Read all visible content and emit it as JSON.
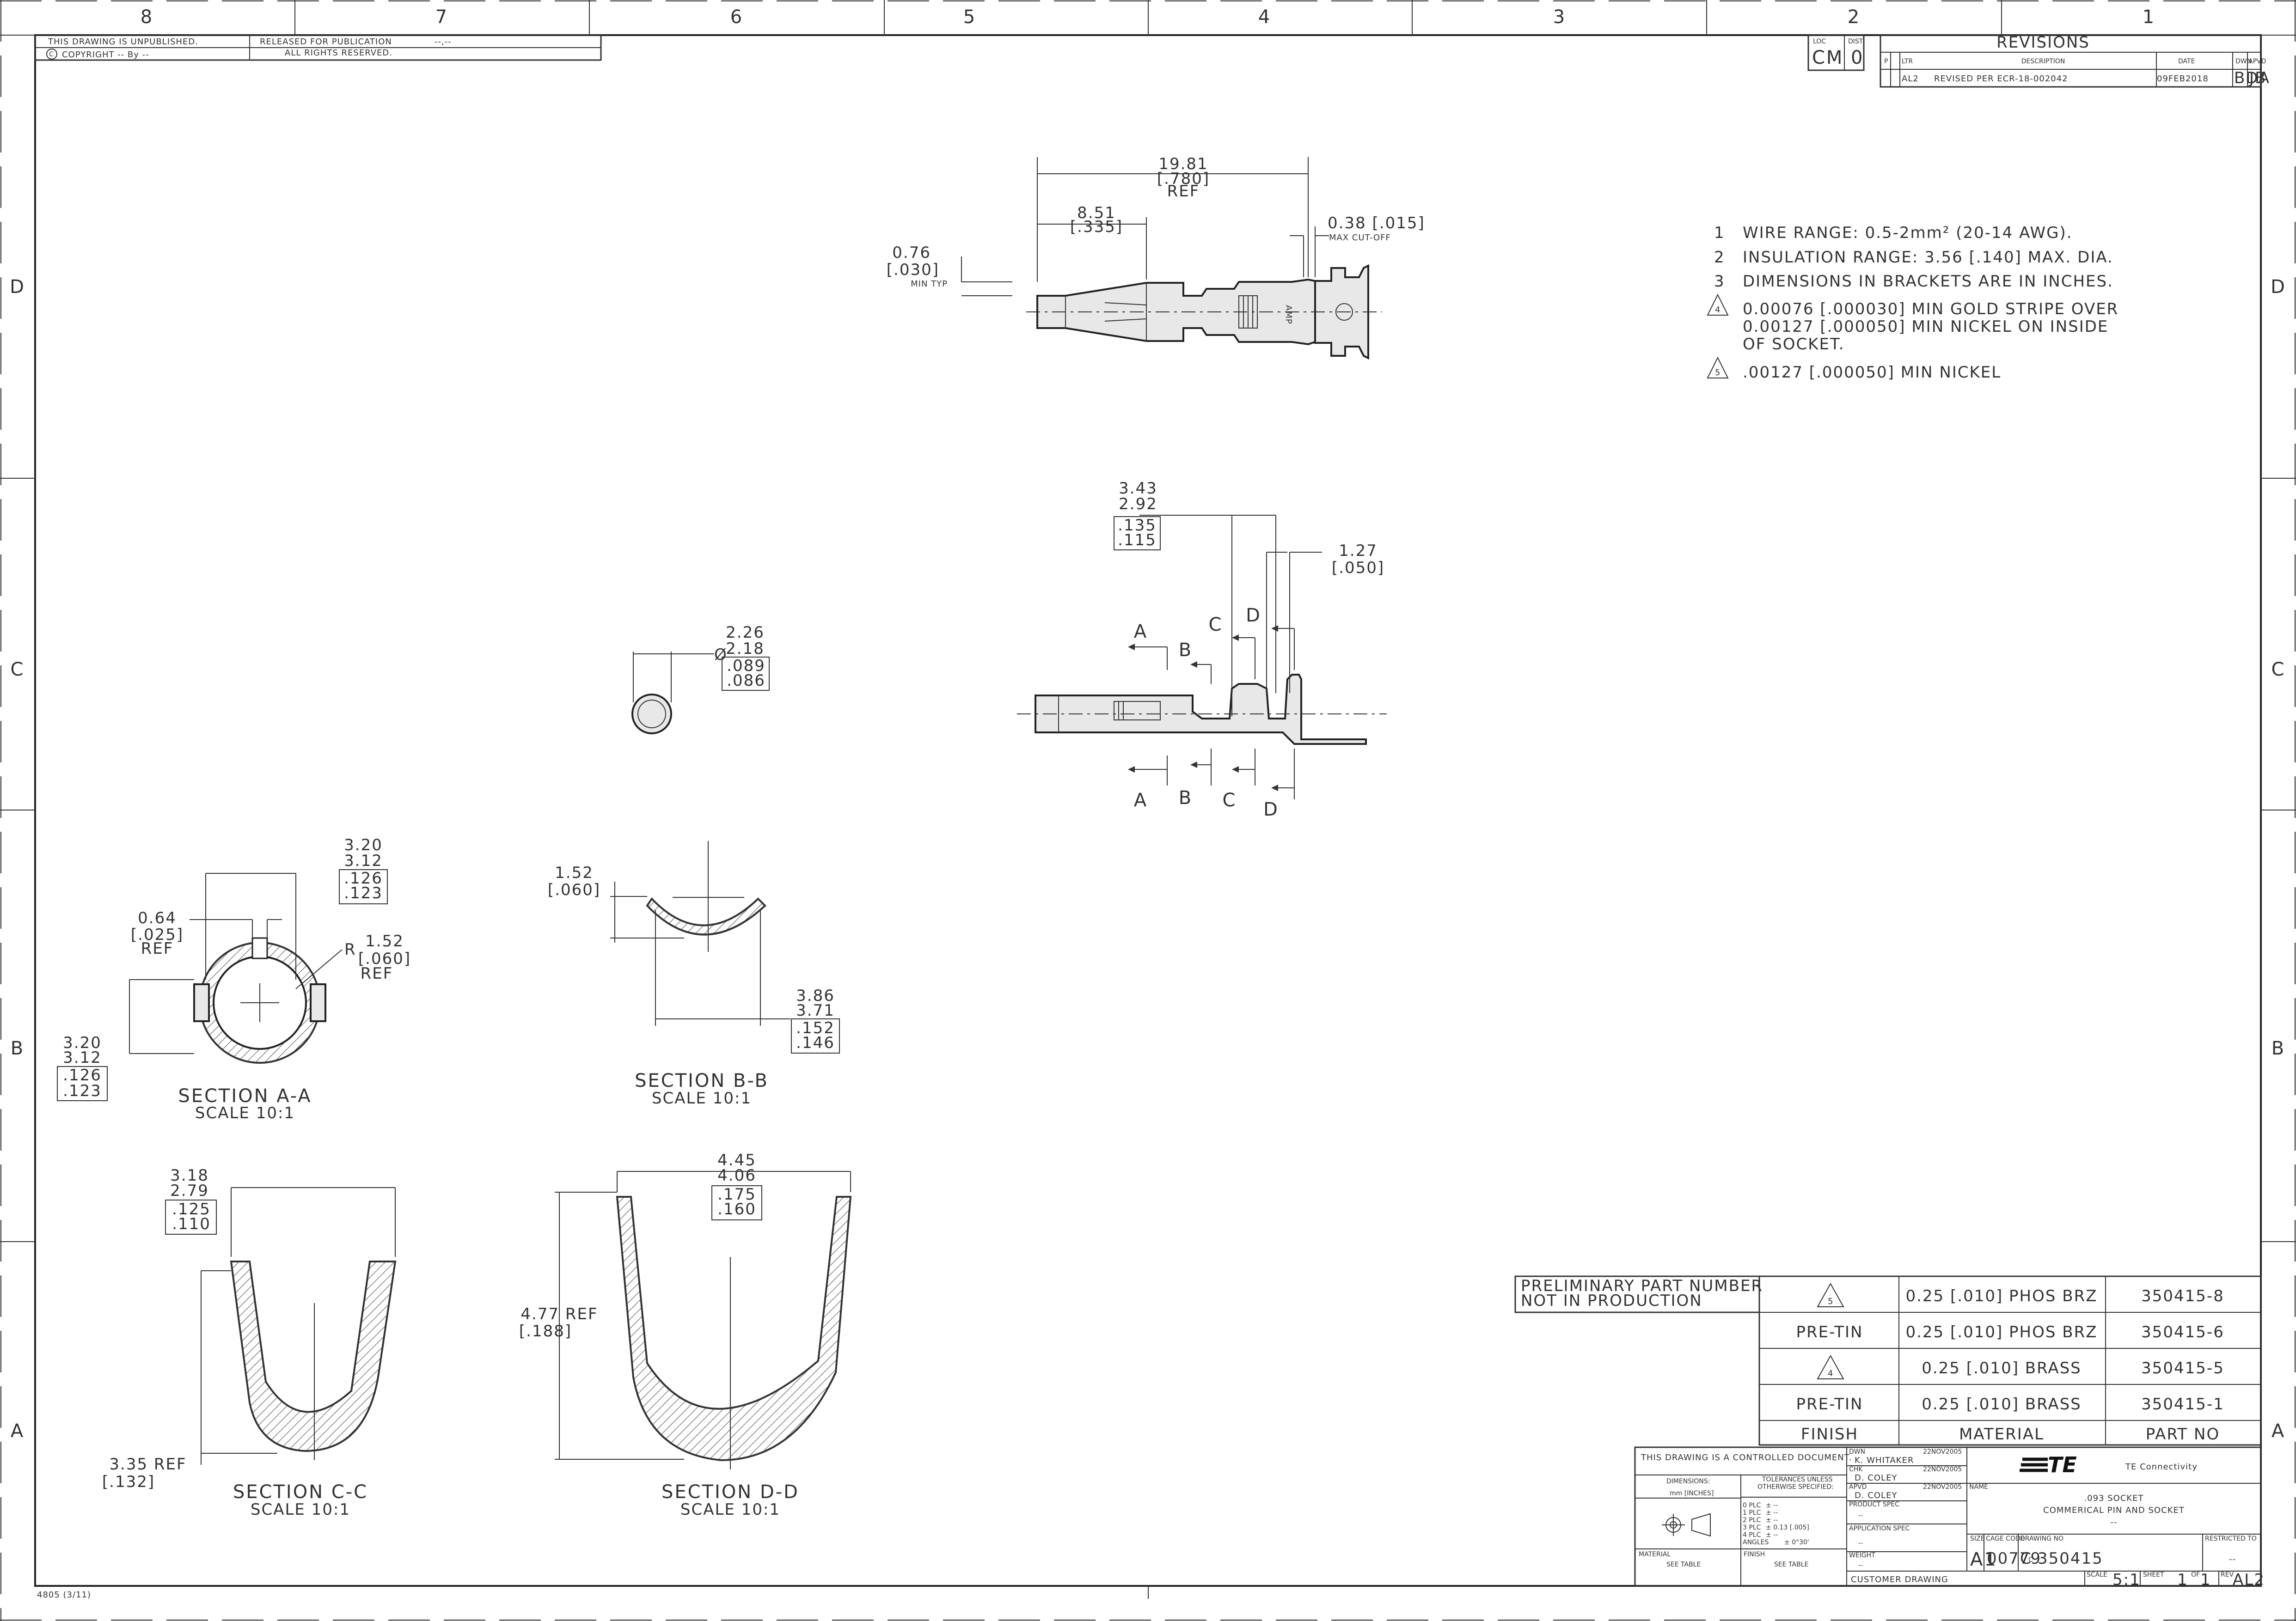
{
  "border": {
    "columns": [
      "8",
      "7",
      "6",
      "5",
      "4",
      "3",
      "2",
      "1"
    ],
    "rows": [
      "D",
      "C",
      "B",
      "A"
    ],
    "form_number": "4805 (3/11)"
  },
  "top_left_block": {
    "unpublished": "THIS DRAWING IS UNPUBLISHED.",
    "copyright": "COPYRIGHT  --  By --",
    "released": "RELEASED FOR PUBLICATION",
    "release_mark": "--,--",
    "rights": "ALL RIGHTS RESERVED."
  },
  "loc_dist": {
    "loc_label": "LOC",
    "loc_value": "CM",
    "dist_label": "DIST",
    "dist_value": "0"
  },
  "revisions": {
    "title": "REVISIONS",
    "headers": [
      "P",
      "LTR",
      "DESCRIPTION",
      "DATE",
      "DWN",
      "APVD"
    ],
    "rows": [
      {
        "p": "",
        "ltr": "AL2",
        "description": "REVISED PER ECR-18-002042",
        "date": "09FEB2018",
        "dwn": "BDA",
        "apvd": "JB"
      }
    ]
  },
  "notes": [
    {
      "num": "1",
      "text": "WIRE RANGE: 0.5-2mm² (20-14 AWG).",
      "flag": false
    },
    {
      "num": "2",
      "text": "INSULATION RANGE: 3.56 [.140] MAX. DIA.",
      "flag": false
    },
    {
      "num": "3",
      "text": "DIMENSIONS IN BRACKETS ARE IN INCHES.",
      "flag": false
    },
    {
      "num": "4",
      "text": "0.00076 [.000030] MIN GOLD STRIPE OVER",
      "line2": "0.00127 [.000050] MIN NICKEL ON INSIDE",
      "line3": "OF SOCKET.",
      "flag": true
    },
    {
      "num": "5",
      "text": ".00127 [.000050] MIN NICKEL",
      "flag": true
    }
  ],
  "side_view": {
    "overall": "19.81",
    "overall_in": "[.780]",
    "overall_ref": "REF",
    "front": "8.51",
    "front_in": "[.335]",
    "cutoff": "0.38 [.015]",
    "cutoff_note": "MAX CUT-OFF",
    "wall": "0.76",
    "wall_in": "[.030]",
    "wall_note": "MIN TYP",
    "tab_mark": "AMP"
  },
  "front_view": {
    "h1": "3.43",
    "h2": "2.92",
    "h1_in": ".135",
    "h2_in": ".115",
    "pitch": "1.27",
    "pitch_in": "[.050]",
    "sections": [
      "A",
      "B",
      "C",
      "D"
    ]
  },
  "end_view": {
    "dia_symbol": "Ø",
    "d1": "2.26",
    "d2": "2.18",
    "d1_in": ".089",
    "d2_in": ".086"
  },
  "section_aa": {
    "title": "SECTION A-A",
    "scale": "SCALE 10:1",
    "w1": "3.20",
    "w2": "3.12",
    "w1_in": ".126",
    "w2_in": ".123",
    "gap": "0.64",
    "gap_in": "[.025]",
    "gap_ref": "REF",
    "radius_r": "R",
    "radius": "1.52",
    "radius_in": "[.060]",
    "radius_ref": "REF",
    "h1": "3.20",
    "h2": "3.12",
    "h1_in": ".126",
    "h2_in": ".123"
  },
  "section_bb": {
    "title": "SECTION B-B",
    "scale": "SCALE 10:1",
    "depth": "1.52",
    "depth_in": "[.060]",
    "w1": "3.86",
    "w2": "3.71",
    "w1_in": ".152",
    "w2_in": ".146"
  },
  "section_cc": {
    "title": "SECTION C-C",
    "scale": "SCALE 10:1",
    "w1": "3.18",
    "w2": "2.79",
    "w1_in": ".125",
    "w2_in": ".110",
    "h": "3.35 REF",
    "h_in": "[.132]"
  },
  "section_dd": {
    "title": "SECTION D-D",
    "scale": "SCALE 10:1",
    "w1": "4.45",
    "w2": "4.06",
    "w1_in": ".175",
    "w2_in": ".160",
    "h": "4.77 REF",
    "h_in": "[.188]"
  },
  "part_table": {
    "preliminary_1": "PRELIMINARY PART NUMBER",
    "preliminary_2": "NOT IN PRODUCTION",
    "rows": [
      {
        "finish": "5",
        "finish_flag": true,
        "material": "0.25 [.010] PHOS BRZ",
        "part": "350415-8"
      },
      {
        "finish": "PRE-TIN",
        "finish_flag": false,
        "material": "0.25 [.010] PHOS BRZ",
        "part": "350415-6"
      },
      {
        "finish": "4",
        "finish_flag": true,
        "material": "0.25 [.010] BRASS",
        "part": "350415-5"
      },
      {
        "finish": "PRE-TIN",
        "finish_flag": false,
        "material": "0.25 [.010] BRASS",
        "part": "350415-1"
      }
    ],
    "headers": {
      "finish": "FINISH",
      "material": "MATERIAL",
      "part": "PART NO"
    }
  },
  "title_block": {
    "controlled": "THIS DRAWING IS A CONTROLLED DOCUMENT.",
    "dimensions_label": "DIMENSIONS:",
    "dimensions_units": "mm [INCHES]",
    "tolerances_1": "TOLERANCES UNLESS",
    "tolerances_2": "OTHERWISE SPECIFIED:",
    "tol_rows": [
      {
        "plc": "0 PLC",
        "val": "± --"
      },
      {
        "plc": "1 PLC",
        "val": "± --"
      },
      {
        "plc": "2 PLC",
        "val": "± --"
      },
      {
        "plc": "3 PLC",
        "val": "± 0.13 [.005]"
      },
      {
        "plc": "4 PLC",
        "val": "± --"
      },
      {
        "plc": "ANGLES",
        "val": "± 0°30'"
      }
    ],
    "material_label": "MATERIAL",
    "material_value": "SEE TABLE",
    "finish_label": "FINISH",
    "finish_value": "SEE TABLE",
    "dwn_label": "DWN",
    "dwn_name": "K. WHITAKER",
    "dwn_date": "22NOV2005",
    "chk_label": "CHK",
    "chk_name": "D. COLEY",
    "chk_date": "22NOV2005",
    "apvd_label": "APVD",
    "apvd_name": "D. COLEY",
    "apvd_date": "22NOV2005",
    "product_spec": "PRODUCT SPEC",
    "application_spec": "APPLICATION SPEC",
    "spec_dash": "--",
    "weight": "WEIGHT",
    "weight_dash": "--",
    "logo": "TE",
    "company": "TE Connectivity",
    "name_label": "NAME",
    "title_1": ".093 SOCKET",
    "title_2": "COMMERICAL PIN AND SOCKET",
    "title_3": "--",
    "size_label": "SIZE",
    "size": "A1",
    "cage_label": "CAGE CODE",
    "cage": "00779",
    "drawing_label": "DRAWING NO",
    "drawing_prefix": "C",
    "drawing_marker": "C",
    "drawing_no": "350415",
    "restricted_label": "RESTRICTED TO",
    "restricted": "--",
    "customer": "CUSTOMER DRAWING",
    "scale_label": "SCALE",
    "scale": "5:1",
    "sheet_label": "SHEET",
    "sheet": "1",
    "of_label": "OF",
    "of": "1",
    "rev_label": "REV",
    "rev": "AL2"
  }
}
